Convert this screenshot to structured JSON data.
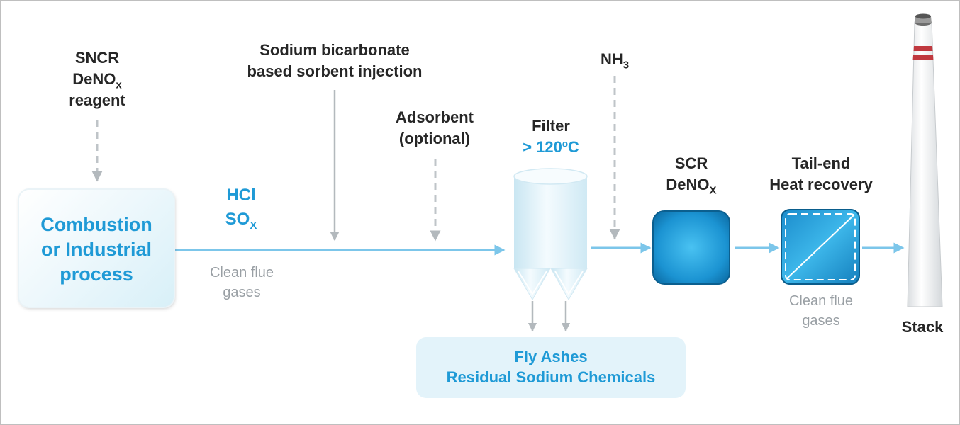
{
  "sncr": {
    "line1": "SNCR",
    "line2": "DeNO",
    "line2_sub": "x",
    "line3": "reagent"
  },
  "sorbent": {
    "line1": "Sodium bicarbonate",
    "line2": "based sorbent injection"
  },
  "adsorbent": {
    "line1": "Adsorbent",
    "line2": "(optional)"
  },
  "filter": {
    "title": "Filter",
    "temp": "> 120ºC"
  },
  "nh3": {
    "text": "NH",
    "sub": "3"
  },
  "scr": {
    "line1": "SCR",
    "line2": "DeNO",
    "line2_sub": "X"
  },
  "tailend": {
    "line1": "Tail-end",
    "line2": "Heat recovery"
  },
  "pollutants": {
    "hcl": "HCl",
    "sox": "SO",
    "sox_sub": "X"
  },
  "combustion": {
    "line1": "Combustion",
    "line2": "or Industrial",
    "line3": "process"
  },
  "clean_flue_1": {
    "line1": "Clean flue",
    "line2": "gases"
  },
  "clean_flue_2": {
    "line1": "Clean flue",
    "line2": "gases"
  },
  "byproducts": {
    "line1": "Fly Ashes",
    "line2": "Residual Sodium Chemicals"
  },
  "stack": {
    "label": "Stack"
  },
  "colors": {
    "accent": "#1f9ad6",
    "flow": "#7cc6ea",
    "dashed": "#bfc4c8",
    "stack_band": "#c0393f"
  }
}
